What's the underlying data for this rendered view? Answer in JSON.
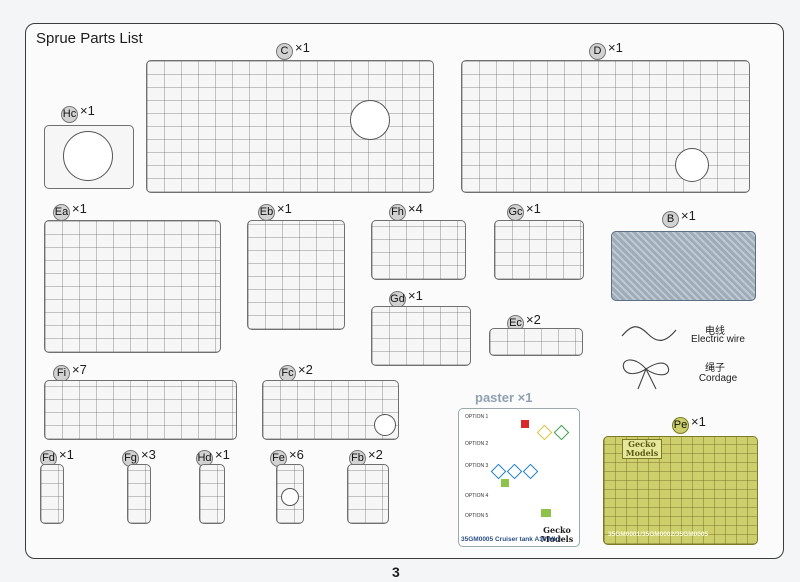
{
  "heading": "Sprue Parts List",
  "page_number": "3",
  "sprues": [
    {
      "id": "C",
      "count": "×1"
    },
    {
      "id": "D",
      "count": "×1"
    },
    {
      "id": "Hc",
      "count": "×1"
    },
    {
      "id": "Ea",
      "count": "×1"
    },
    {
      "id": "Eb",
      "count": "×1"
    },
    {
      "id": "Fh",
      "count": "×4"
    },
    {
      "id": "Gc",
      "count": "×1"
    },
    {
      "id": "B",
      "count": "×1"
    },
    {
      "id": "Gd",
      "count": "×1"
    },
    {
      "id": "Ec",
      "count": "×2"
    },
    {
      "id": "Fi",
      "count": "×7"
    },
    {
      "id": "Fc",
      "count": "×2"
    },
    {
      "id": "Fd",
      "count": "×1"
    },
    {
      "id": "Fg",
      "count": "×3"
    },
    {
      "id": "Hd",
      "count": "×1"
    },
    {
      "id": "Fe",
      "count": "×6"
    },
    {
      "id": "Fb",
      "count": "×2"
    },
    {
      "id": "Pe",
      "count": "×1"
    }
  ],
  "extras": {
    "electric_wire_cn": "电线",
    "electric_wire_en": "Electric wire",
    "cordage_cn": "绳子",
    "cordage_en": "Cordage"
  },
  "decal_sheet": {
    "label": "paster",
    "count": "×1",
    "options": [
      "OPTION 1",
      "OPTION 2",
      "OPTION 3",
      "OPTION 4",
      "OPTION 5"
    ],
    "brand": "Gecko Models",
    "strip": "35GM0005 Cruiser tank A10 Mk.I"
  },
  "photo_etch": {
    "brand": "Gecko Models",
    "codes": "35GM0001/35GM0002/35GM0005"
  },
  "colors": {
    "frame": "#3c3c3c",
    "sprue_B": "#9eacba",
    "photo_etch": "#cdcf6c",
    "decal_blue": "#1e7fc9",
    "decal_red": "#d9262c"
  }
}
